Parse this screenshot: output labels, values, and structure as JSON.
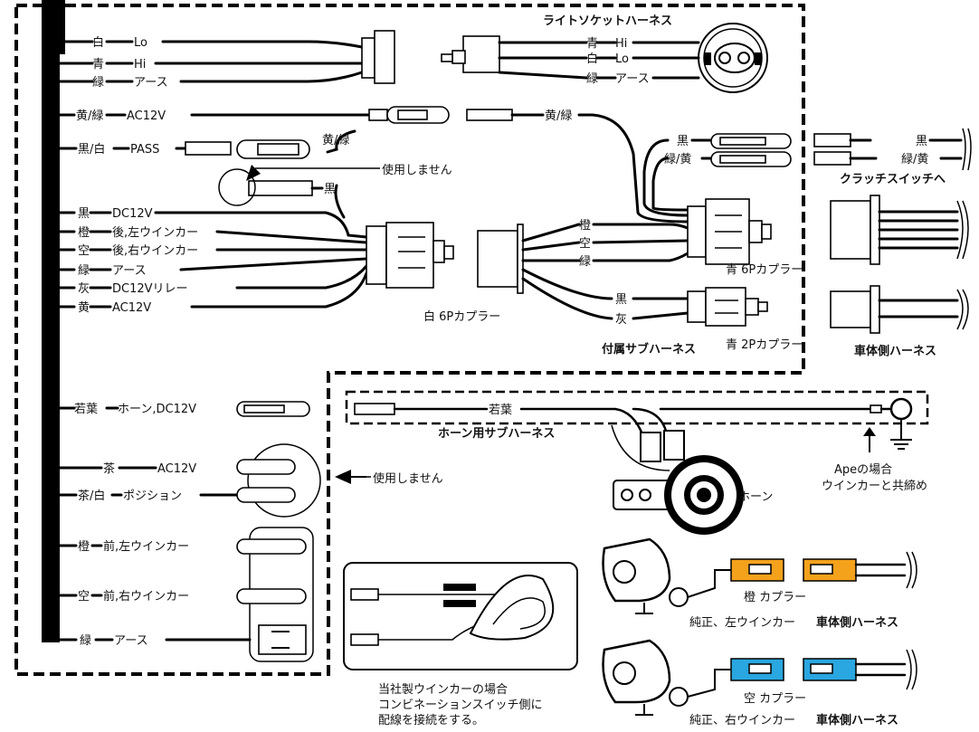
{
  "titles": {
    "light_socket_harness": "ライトソケットハーネス",
    "accessory_sub_harness": "付属サブハーネス",
    "horn_sub_harness": "ホーン用サブハーネス",
    "vehicle_harness_1": "車体側ハーネス",
    "vehicle_harness_2": "車体側ハーネス",
    "vehicle_harness_3": "車体側ハーネス",
    "clutch_switch": "クラッチスイッチへ"
  },
  "left_wires_top": [
    {
      "color": "白",
      "func": "Lo"
    },
    {
      "color": "青",
      "func": "Hi"
    },
    {
      "color": "緑",
      "func": "アース"
    },
    {
      "color": "黄/緑",
      "func": "AC12V"
    },
    {
      "color": "黒/白",
      "func": "PASS"
    },
    {
      "color": "黒",
      "func": "DC12V"
    },
    {
      "color": "橙",
      "func": "後,左ウインカー"
    },
    {
      "color": "空",
      "func": "後,右ウインカー"
    },
    {
      "color": "緑",
      "func": "アース"
    },
    {
      "color": "灰",
      "func": "DC12Vリレー"
    },
    {
      "color": "黄",
      "func": "AC12V"
    }
  ],
  "left_wires_bottom": [
    {
      "color": "若葉",
      "func": "ホーン,DC12V"
    },
    {
      "color": "茶",
      "func": "AC12V"
    },
    {
      "color": "茶/白",
      "func": "ポジション"
    },
    {
      "color": "橙",
      "func": "前,左ウインカー"
    },
    {
      "color": "空",
      "func": "前,右ウインカー"
    },
    {
      "color": "緑",
      "func": "アース"
    }
  ],
  "socket_wires": [
    {
      "color": "青",
      "func": "Hi"
    },
    {
      "color": "白",
      "func": "Lo"
    },
    {
      "color": "緑",
      "func": "アース"
    }
  ],
  "labels": {
    "yellow_green_a": "黄/緑",
    "yellow_green_b": "黄/緑",
    "black_plug": "黒",
    "unused_1": "使用しません",
    "unused_2": "使用しません",
    "white_6p": "白 6Pカプラー",
    "blue_6p": "青 6Pカプラー",
    "blue_2p": "青 2Pカプラー",
    "sub_orange": "橙",
    "sub_sky": "空",
    "sub_green": "緑",
    "sub_black": "黒",
    "sub_gray": "灰",
    "clutch_black_l": "黒",
    "clutch_gy_l": "緑/黄",
    "clutch_black_r": "黒",
    "clutch_gy_r": "緑/黄",
    "horn_green": "若葉",
    "horn": "ホーン",
    "ape_note_1": "Apeの場合",
    "ape_note_2": "ウインカーと共締め",
    "own_note_1": "当社製ウインカーの場合",
    "own_note_2": "コンビネーションスイッチ側に",
    "own_note_3": "配線を接続をする。",
    "orange_coupler": "橙 カプラー",
    "sky_coupler": "空 カプラー",
    "genuine_left": "純正、左ウインカー",
    "genuine_right": "純正、右ウインカー"
  },
  "colors": {
    "orange_coupler": "#f4a21c",
    "sky_coupler": "#2aa6e0",
    "line": "#000000"
  }
}
